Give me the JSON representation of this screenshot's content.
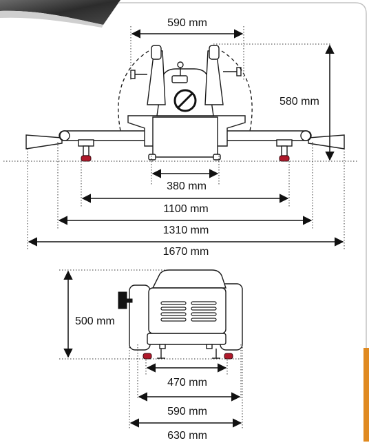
{
  "dimensions": {
    "top_width": "590 mm",
    "top_height": "580 mm",
    "base_380": "380 mm",
    "span_1100": "1100 mm",
    "span_1310": "1310 mm",
    "span_1670": "1670 mm",
    "side_height": "500 mm",
    "side_470": "470 mm",
    "side_590": "590 mm",
    "side_630": "630 mm"
  },
  "colors": {
    "foot": "#b0182a",
    "line": "#1a1a1a",
    "panel_border": "#bfbfbf",
    "accent_bar": "#e08a20"
  },
  "icons": [
    "rolling-pin-gear-icon",
    "crank-handle-icon"
  ]
}
